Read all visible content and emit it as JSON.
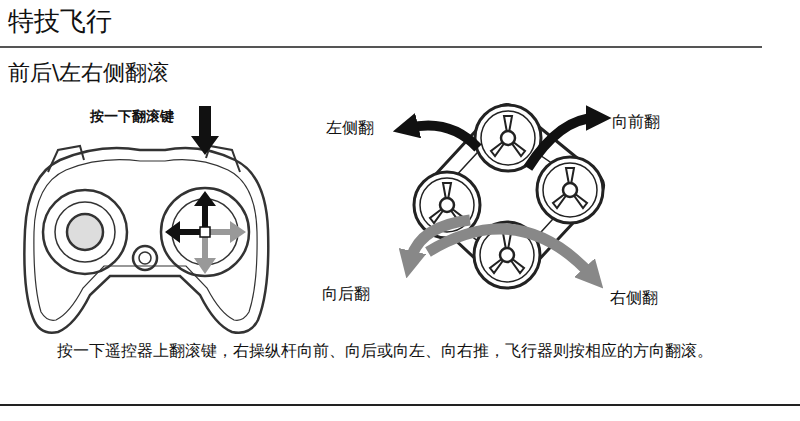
{
  "diagram": {
    "title": "特技飞行",
    "labels": [
      "前后\\左右侧翻滚",
      "按一下翻滚键",
      "左侧翻",
      "向前翻",
      "向后翻",
      "右侧翻",
      "按一下遥控器上翻滚键，右操纵杆向前、向后或向左、向右推，飞行器则按相应的方向翻滚。"
    ]
  }
}
